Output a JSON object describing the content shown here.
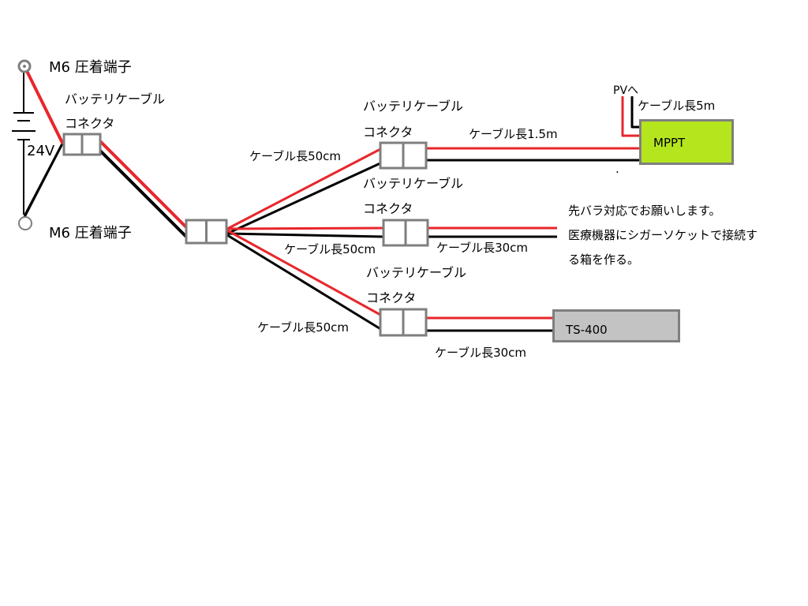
{
  "terminals": {
    "top_label": "M6 圧着端子",
    "bottom_label": "M6 圧着端子"
  },
  "battery": {
    "voltage_label": "24V"
  },
  "main_branch": {
    "cable_label": "バッテリケーブル",
    "connector_label": "コネクタ"
  },
  "branch_top": {
    "cable_label": "バッテリケーブル",
    "connector_label": "コネクタ",
    "length_in": "ケーブル長50cm",
    "length_out": "ケーブル長1.5m"
  },
  "branch_mid": {
    "cable_label": "バッテリケーブル",
    "connector_label": "コネクタ",
    "length_in": "ケーブル長50cm",
    "length_out": "ケーブル長30cm"
  },
  "branch_bottom": {
    "cable_label": "バッテリケーブル",
    "connector_label": "コネクタ",
    "length_in": "ケーブル長50cm",
    "length_out": "ケーブル長30cm"
  },
  "mppt": {
    "label": "MPPT",
    "pv_label": "PVへ",
    "pv_cable_length": "ケーブル長5m",
    "dot": "."
  },
  "ts400": {
    "label": "TS-400"
  },
  "note": {
    "line1": "先バラ対応でお願いします。",
    "line2": "医療機器にシガーソケットで接続す",
    "line3": "る箱を作る。"
  },
  "colors": {
    "positive_wire": "#e8262b",
    "negative_wire": "#000000",
    "connector_border": "#7f7f7f",
    "mppt_fill": "#b5e61d",
    "ts400_fill": "#c3c3c3"
  }
}
